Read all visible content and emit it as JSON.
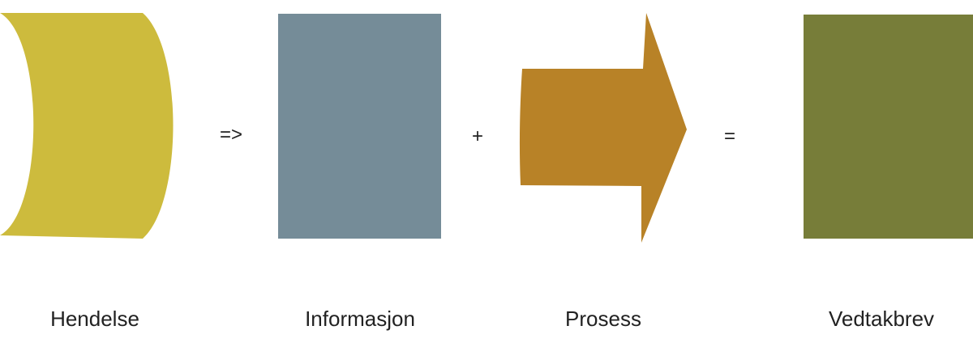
{
  "diagram": {
    "shapes": {
      "event": {
        "label": "Hendelse",
        "shape": "curved-document",
        "color": "#CDBB3D"
      },
      "information": {
        "label": "Informasjon",
        "shape": "rectangle",
        "color": "#758C98"
      },
      "process": {
        "label": "Prosess",
        "shape": "block-arrow",
        "color": "#B88227"
      },
      "decision_letter": {
        "label": "Vedtakbrev",
        "shape": "rectangle",
        "color": "#777D39"
      }
    },
    "operators": {
      "implies": "=>",
      "plus": "+",
      "equals": "="
    }
  }
}
